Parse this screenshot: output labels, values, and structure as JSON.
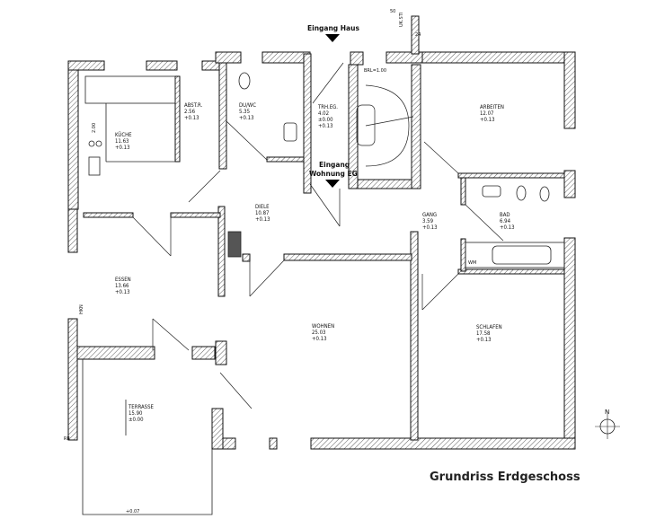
{
  "title": "Grundriss Erdgeschoss",
  "entrances": {
    "house": "Eingang Haus",
    "apartment_line1": "Eingang",
    "apartment_line2": "Wohnung EG"
  },
  "rooms": [
    {
      "name": "KÜCHE",
      "area": "11.63",
      "level": "+0.13"
    },
    {
      "name": "ABST.R.",
      "area": "2.56",
      "level": "+0.13"
    },
    {
      "name": "DU/WC",
      "area": "5.35",
      "level": "+0.13"
    },
    {
      "name": "TRH.EG.",
      "area": "4.02",
      "level": "±0.00",
      "level2": "+0.13"
    },
    {
      "name": "ARBEITEN",
      "area": "12.07",
      "level": "+0.13"
    },
    {
      "name": "DIELE",
      "area": "10.87",
      "level": "+0.13"
    },
    {
      "name": "GANG",
      "area": "3.59",
      "level": "+0.13"
    },
    {
      "name": "BAD",
      "area": "6.94",
      "level": "+0.13"
    },
    {
      "name": "ESSEN",
      "area": "13.66",
      "level": "+0.13"
    },
    {
      "name": "WOHNEN",
      "area": "25.03",
      "level": "+0.13"
    },
    {
      "name": "SCHLAFEN",
      "area": "17.58",
      "level": "+0.13"
    },
    {
      "name": "TERRASSE",
      "area": "15.90",
      "level": "±0.00"
    }
  ],
  "annotations": {
    "terrace_edge": "+0.07",
    "rr": "RR",
    "wm": "WM",
    "brl": "BRL=1.00",
    "ukst": "UK.STI",
    "dim1": "50",
    "dim2": "24",
    "kitchen_dim": "2.00",
    "hkn": "HKN",
    "north": "N"
  }
}
